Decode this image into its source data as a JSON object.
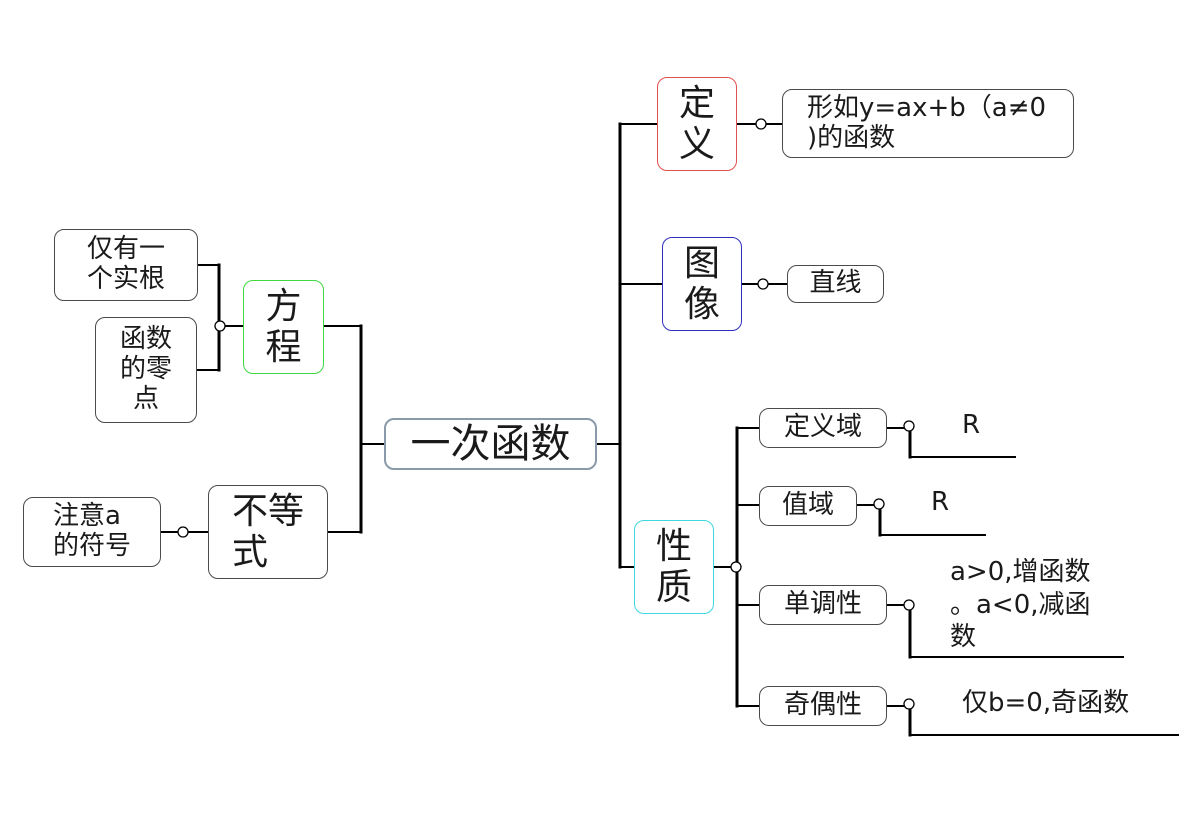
{
  "root": {
    "label": "一次函数"
  },
  "right_branches": {
    "definition": {
      "label": "定\n义",
      "color": "#e05050",
      "children": [
        "形如y=ax+b（a≠0\n)的函数"
      ]
    },
    "graph": {
      "label": "图\n像",
      "color": "#3030c0",
      "children": [
        "直线"
      ]
    },
    "properties": {
      "label": "性\n质",
      "color": "#40d8e0",
      "children": [
        {
          "label": "定义域",
          "value": "R"
        },
        {
          "label": "值域",
          "value": "R"
        },
        {
          "label": "单调性",
          "value": "a>0,增函数\n。a<0,减函\n数"
        },
        {
          "label": "奇偶性",
          "value": "仅b=0,奇函数"
        }
      ]
    }
  },
  "left_branches": {
    "equation": {
      "label": "方\n程",
      "color": "#40d840",
      "children": [
        "仅有一\n个实根",
        "函数\n的零\n点"
      ]
    },
    "inequality": {
      "label": "不等\n式",
      "color": "#4a4a4a",
      "children": [
        "注意a\n的符号"
      ]
    }
  }
}
